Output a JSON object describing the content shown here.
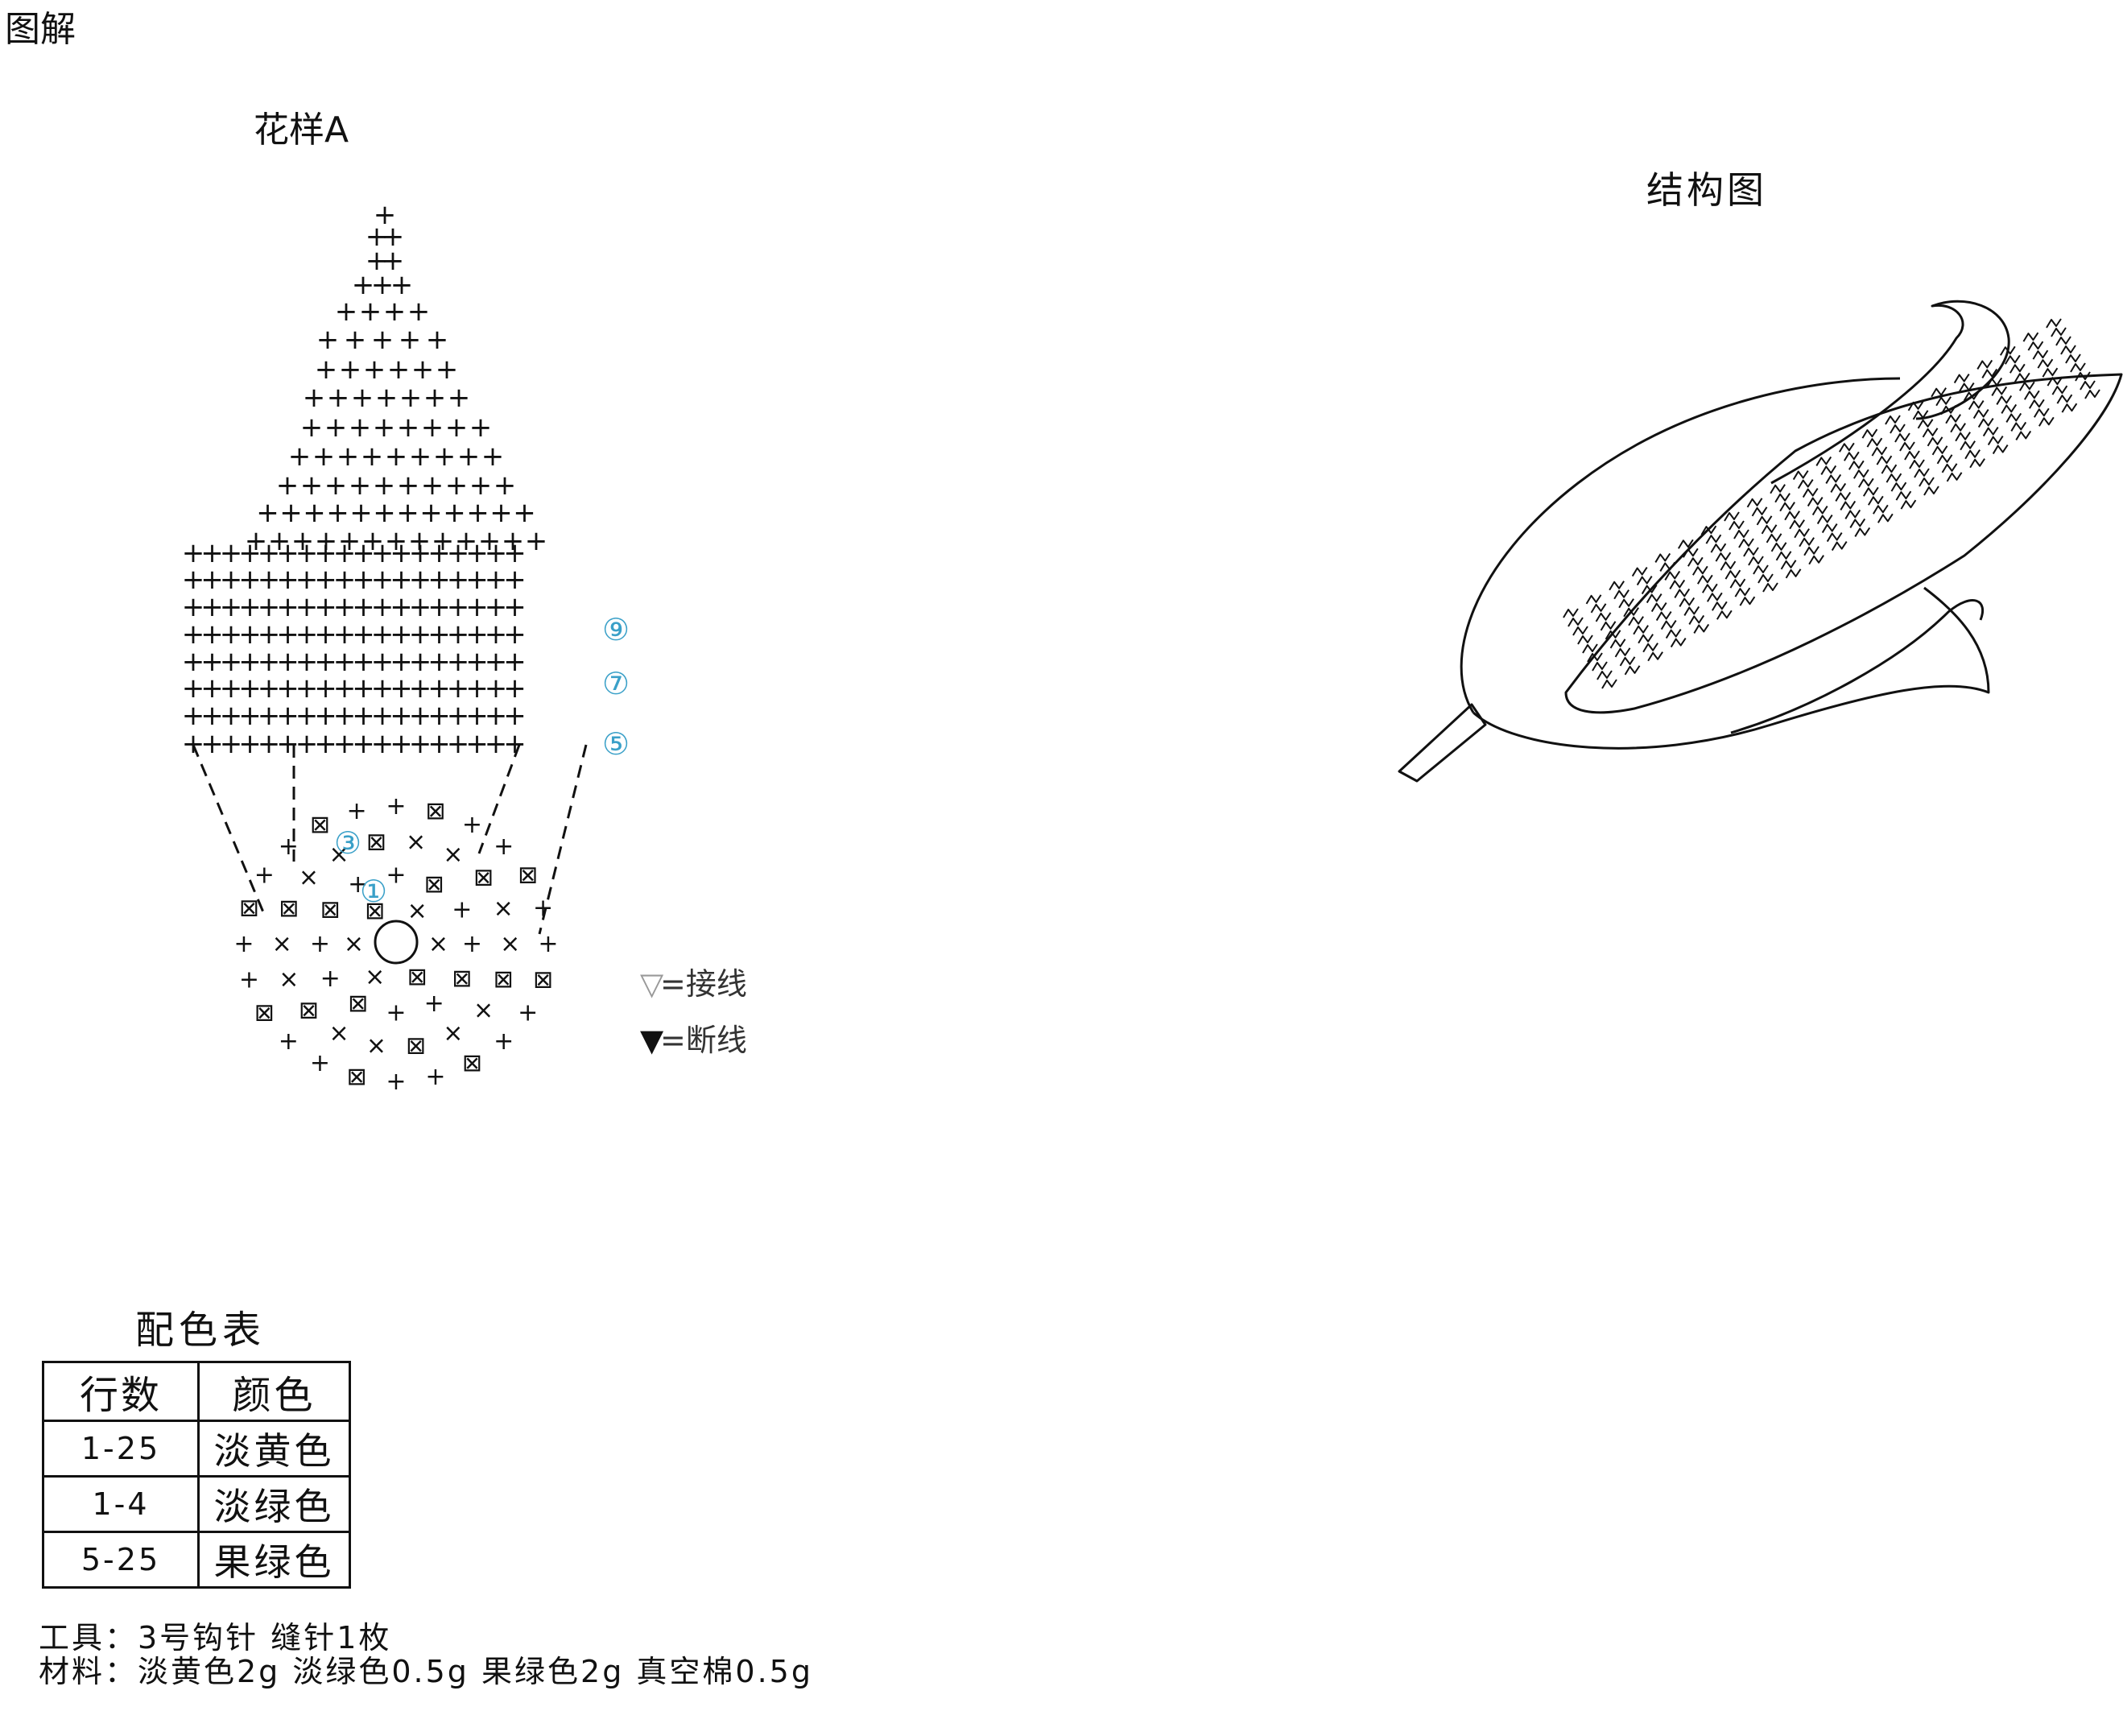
{
  "page_title": "图解",
  "pattern": {
    "title": "花样A",
    "row_markers": [
      "⑨",
      "⑦",
      "⑤",
      "③",
      "①"
    ],
    "marker_color": "#3aa0c8",
    "legend": [
      {
        "symbol": "▽",
        "text": "=接线"
      },
      {
        "symbol": "▼",
        "text": "=断线"
      }
    ]
  },
  "structure": {
    "title": "结构图"
  },
  "color_table": {
    "title": "配色表",
    "headers": [
      "行数",
      "颜色"
    ],
    "rows": [
      {
        "rows": "1-25",
        "color": "淡黄色"
      },
      {
        "rows": "1-4",
        "color": "淡绿色"
      },
      {
        "rows": "5-25",
        "color": "果绿色"
      }
    ]
  },
  "notes": {
    "tools": "工具：3号钩针 缝针1枚",
    "materials": "材料：淡黄色2g 淡绿色0.5g  果绿色2g 真空棉0.5g"
  }
}
